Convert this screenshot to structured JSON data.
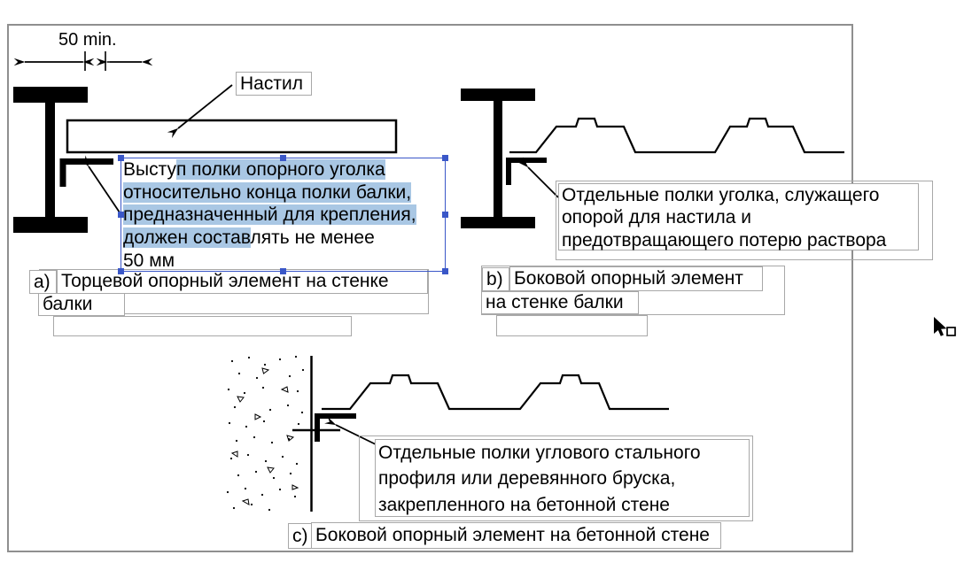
{
  "colors": {
    "highlight": "#a9c7e4",
    "selection_blue": "#3a57c8",
    "box_border": "#a8a8a8",
    "frame_border": "#8f8f8f",
    "ink": "#000000",
    "background": "#ffffff"
  },
  "dimension": {
    "label": "50 min."
  },
  "deck_label": {
    "text": "Настил"
  },
  "selected_annotation": {
    "lines": [
      {
        "segments": [
          {
            "text": "Высту",
            "hl": false
          },
          {
            "text": "п полки опорного уголка",
            "hl": true
          }
        ]
      },
      {
        "segments": [
          {
            "text": "относительно конца полки балки,",
            "hl": true
          }
        ]
      },
      {
        "segments": [
          {
            "text": "предназначенный для крепления,",
            "hl": true
          }
        ]
      },
      {
        "segments": [
          {
            "text": "должен состав",
            "hl": true
          },
          {
            "text": "лять не менее",
            "hl": false
          }
        ]
      },
      {
        "segments": [
          {
            "text": "50 мм",
            "hl": false
          }
        ]
      }
    ]
  },
  "annotation_b": {
    "lines": [
      "Отдельные полки уголка, служащего",
      "опорой для настила и",
      "предотвращающего потерю раствора"
    ]
  },
  "annotation_c": {
    "lines": [
      "Отдельные полки углового стального",
      "профиля или деревянного бруска,",
      "закрепленного на бетонной стене"
    ]
  },
  "captions": {
    "a": {
      "prefix": "a)",
      "line1": "Торцевой опорный элемент на стенке",
      "line2": "балки"
    },
    "b": {
      "prefix": "b)",
      "line1": "Боковой опорный элемент",
      "line2": "на стенке балки"
    },
    "c": {
      "prefix": "c)",
      "text": "Боковой опорный элемент на бетонной стене"
    }
  }
}
